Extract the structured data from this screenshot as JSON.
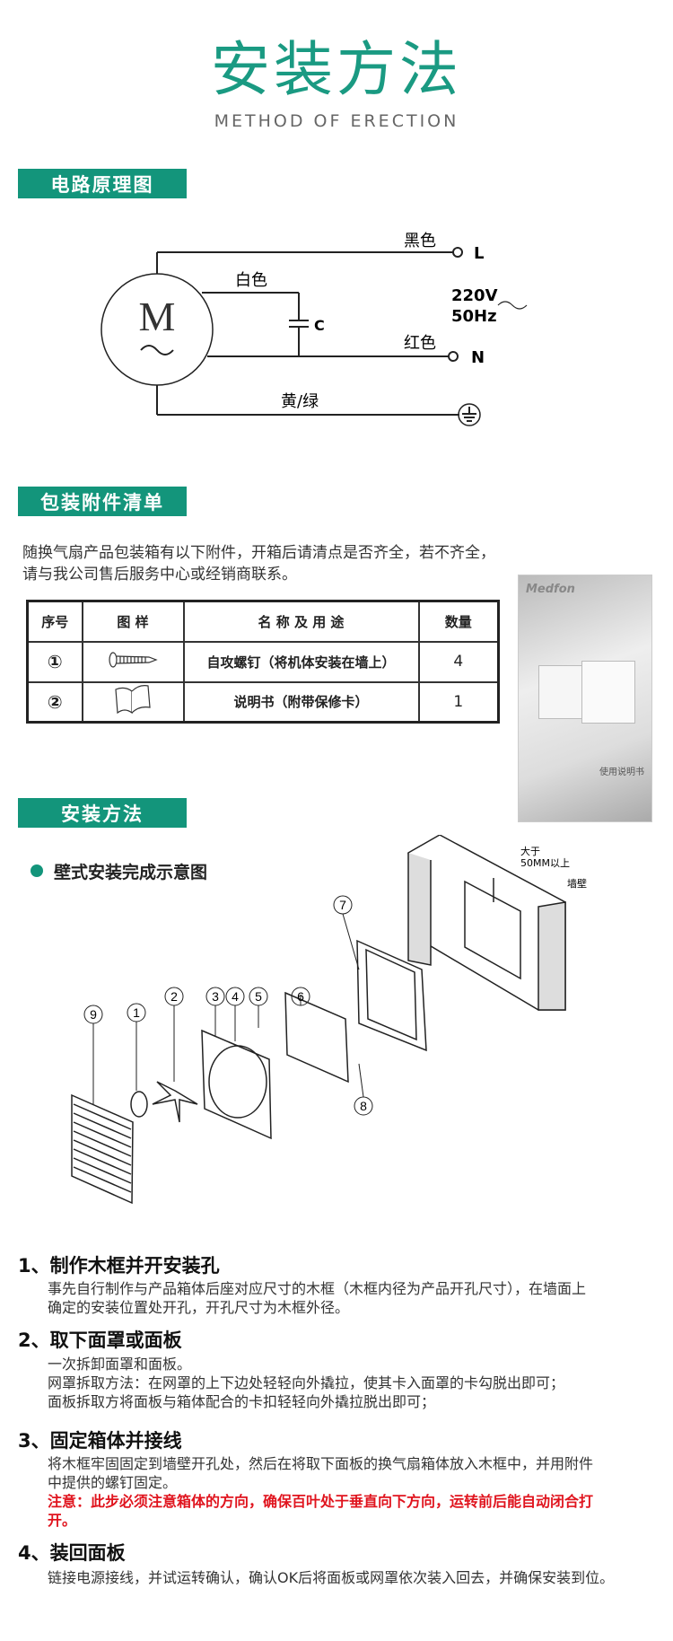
{
  "header": {
    "title": "安装方法",
    "subtitle": "METHOD OF ERECTION"
  },
  "circuit": {
    "section_label": "电路原理图",
    "motor": "M",
    "wave": "~",
    "black": "黑色",
    "white": "白色",
    "red": "红色",
    "yellowgreen": "黄/绿",
    "cap": "C",
    "L": "L",
    "N": "N",
    "voltage": "220V",
    "freq": "50Hz"
  },
  "accessories": {
    "section_label": "包装附件清单",
    "intro_1": "随换气扇产品包装箱有以下附件，开箱后请清点是否齐全，若不齐全，",
    "intro_2": "请与我公司售后服务中心或经销商联系。",
    "headers": [
      "序号",
      "图 样",
      "名 称 及 用 途",
      "数量"
    ],
    "rows": [
      {
        "no": "①",
        "icon": "screw-icon",
        "name": "自攻螺钉（将机体安装在墙上）",
        "qty": "4"
      },
      {
        "no": "②",
        "icon": "book-icon",
        "name": "说明书（附带保修卡）",
        "qty": "1"
      }
    ],
    "photo": {
      "brand": "Medfon",
      "caption": "使用说明书"
    }
  },
  "install": {
    "section_label": "安装方法",
    "diagram_title": "壁式安装完成示意图",
    "callout_1": "大于",
    "callout_2": "50MM以上",
    "wall": "墙壁",
    "parts": [
      "9",
      "1",
      "2",
      "3",
      "4",
      "5",
      "6",
      "7",
      "8"
    ]
  },
  "steps": [
    {
      "title": "1、制作木框并开安装孔",
      "lines": [
        "事先自行制作与产品箱体后座对应尺寸的木框（木框内径为产品开孔尺寸），在墙面上",
        "确定的安装位置处开孔，开孔尺寸为木框外径。"
      ]
    },
    {
      "title": "2、取下面罩或面板",
      "lines": [
        "一次拆卸面罩和面板。",
        "网罩拆取方法：在网罩的上下边处轻轻向外撬拉，使其卡入面罩的卡勾脱出即可；",
        "面板拆取方将面板与箱体配合的卡扣轻轻向外撬拉脱出即可；"
      ]
    },
    {
      "title": "3、固定箱体并接线",
      "lines": [
        "将木框牢固固定到墙壁开孔处，然后在将取下面板的换气扇箱体放入木框中，并用附件",
        "中提供的螺钉固定。"
      ],
      "warning": [
        "注意：此步必须注意箱体的方向，确保百叶处于垂直向下方向，运转前后能自动闭合打",
        "开。"
      ]
    },
    {
      "title": "4、装回面板",
      "lines": [
        "链接电源接线，并试运转确认，确认OK后将面板或网罩依次装入回去，并确保安装到位。"
      ]
    }
  ]
}
